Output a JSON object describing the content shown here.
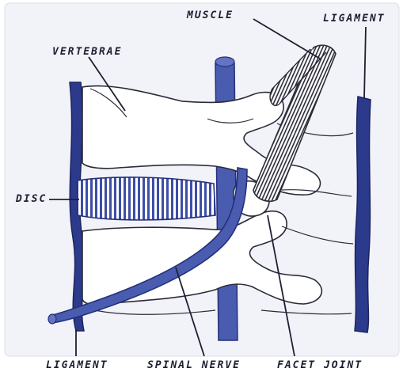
{
  "labels": {
    "muscle": "MUSCLE",
    "ligament_top": "LIGAMENT",
    "vertebrae": "VERTEBRAE",
    "disc": "DISC",
    "ligament_bottom": "LIGAMENT",
    "spinal_nerve": "SPINAL NERVE",
    "facet_joint": "FACET JOINT"
  },
  "colors": {
    "background": "#ffffff",
    "panel": "#f2f3f8",
    "ink": "#1f1f33",
    "blue_dark": "#25307a",
    "blue_mid": "#4a5cb0",
    "blue_light": "#7d8ad0",
    "bone": "#ffffff"
  }
}
